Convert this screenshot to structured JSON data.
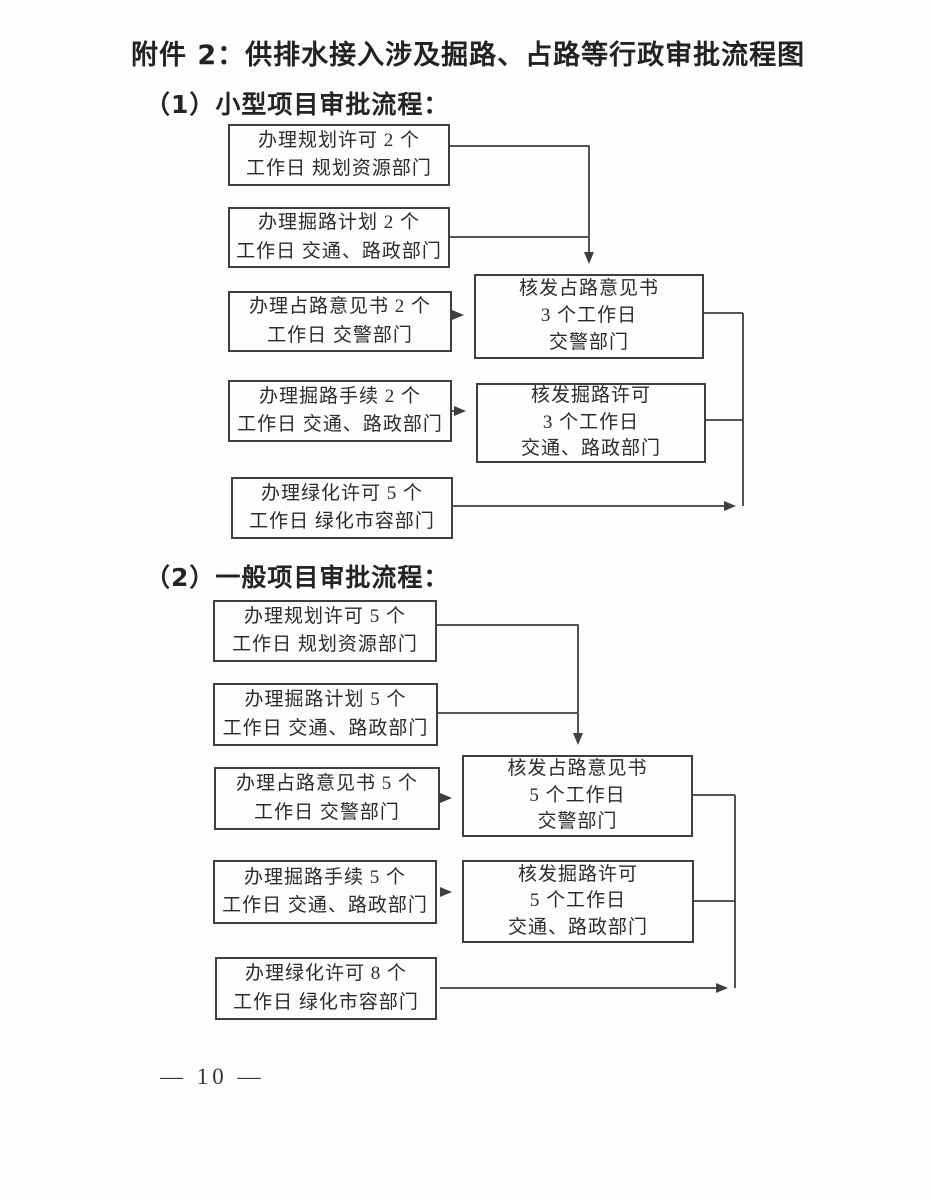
{
  "document": {
    "title": "附件 2：供排水接入涉及掘路、占路等行政审批流程图",
    "page_number": "— 10 —"
  },
  "colors": {
    "ink": "#2b2b2b",
    "line": "#3f3f3f",
    "paper": "#fdfdfc"
  },
  "sections": [
    {
      "heading": "（1）小型项目审批流程：",
      "left_boxes": [
        {
          "lines": [
            "办理规划许可 2 个",
            "工作日 规划资源部门"
          ]
        },
        {
          "lines": [
            "办理掘路计划 2 个",
            "工作日 交通、路政部门"
          ]
        },
        {
          "lines": [
            "办理占路意见书 2 个",
            "工作日 交警部门"
          ]
        },
        {
          "lines": [
            "办理掘路手续 2 个",
            "工作日 交通、路政部门"
          ]
        },
        {
          "lines": [
            "办理绿化许可 5 个",
            "工作日 绿化市容部门"
          ]
        }
      ],
      "right_boxes": [
        {
          "lines": [
            "核发占路意见书",
            "3 个工作日",
            "交警部门"
          ]
        },
        {
          "lines": [
            "核发掘路许可",
            "3 个工作日",
            "交通、路政部门"
          ]
        }
      ]
    },
    {
      "heading": "（2）一般项目审批流程：",
      "left_boxes": [
        {
          "lines": [
            "办理规划许可 5 个",
            "工作日 规划资源部门"
          ]
        },
        {
          "lines": [
            "办理掘路计划 5 个",
            "工作日 交通、路政部门"
          ]
        },
        {
          "lines": [
            "办理占路意见书 5 个",
            "工作日 交警部门"
          ]
        },
        {
          "lines": [
            "办理掘路手续 5 个",
            "工作日 交通、路政部门"
          ]
        },
        {
          "lines": [
            "办理绿化许可 8 个",
            "工作日 绿化市容部门"
          ]
        }
      ],
      "right_boxes": [
        {
          "lines": [
            "核发占路意见书",
            "5 个工作日",
            "交警部门"
          ]
        },
        {
          "lines": [
            "核发掘路许可",
            "5 个工作日",
            "交通、路政部门"
          ]
        }
      ]
    }
  ]
}
